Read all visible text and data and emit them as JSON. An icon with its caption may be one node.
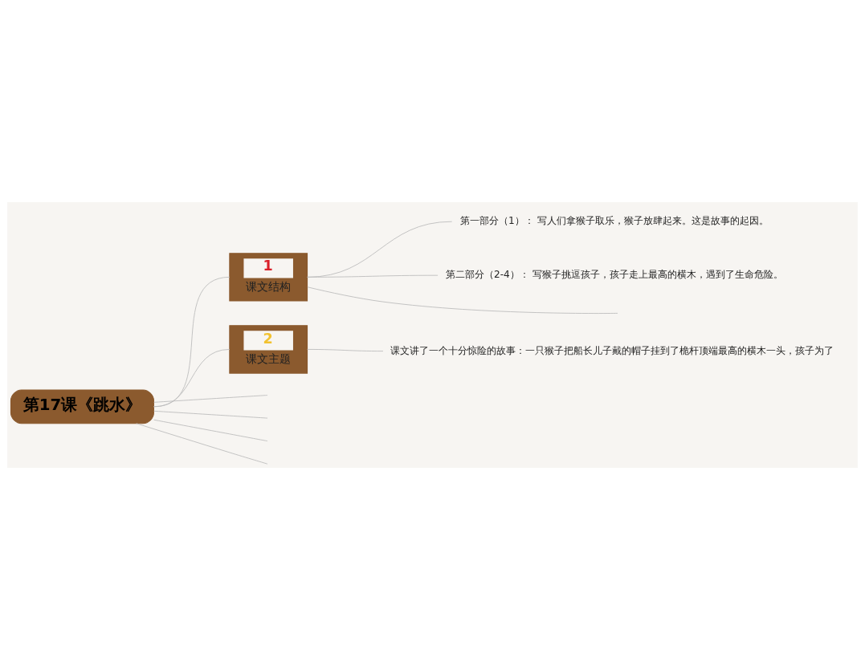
{
  "diagram": {
    "nodes": [
      {
        "text": [
          "第17课《跳水》"
        ]
      },
      {
        "text": [
          "1",
          "课文结构"
        ]
      },
      {
        "text": [
          "第一部分（1）： 写人们拿猴子取乐，猴子放肆起来。这是故事的起因。"
        ]
      },
      {
        "text": [
          "第二部分（2-4）： 写猴子挑逗孩子，孩子走上最高的横木，遇到了生命危险。"
        ]
      },
      {
        "text": [
          "2",
          "课文主题"
        ]
      },
      {
        "text": [
          "课文讲了一个十分惊险的故事：一只猴子把船长儿子戴的帽子挂到了桅杆顶端最高的横木一头，孩子为了"
        ]
      }
    ],
    "edges": [
      {
        "from": 0,
        "to": 1,
        "arrow": "none"
      },
      {
        "from": 1,
        "to": 2,
        "arrow": "none"
      },
      {
        "from": 1,
        "to": 3,
        "arrow": "none"
      },
      {
        "from": 1,
        "to": null,
        "arrow": "none"
      },
      {
        "from": 0,
        "to": 4,
        "arrow": "none"
      },
      {
        "from": 4,
        "to": 5,
        "arrow": "none"
      },
      {
        "from": 0,
        "to": null,
        "arrow": "none"
      },
      {
        "from": 0,
        "to": null,
        "arrow": "none"
      },
      {
        "from": 0,
        "to": null,
        "arrow": "none"
      },
      {
        "from": 0,
        "to": null,
        "arrow": "none"
      }
    ]
  }
}
